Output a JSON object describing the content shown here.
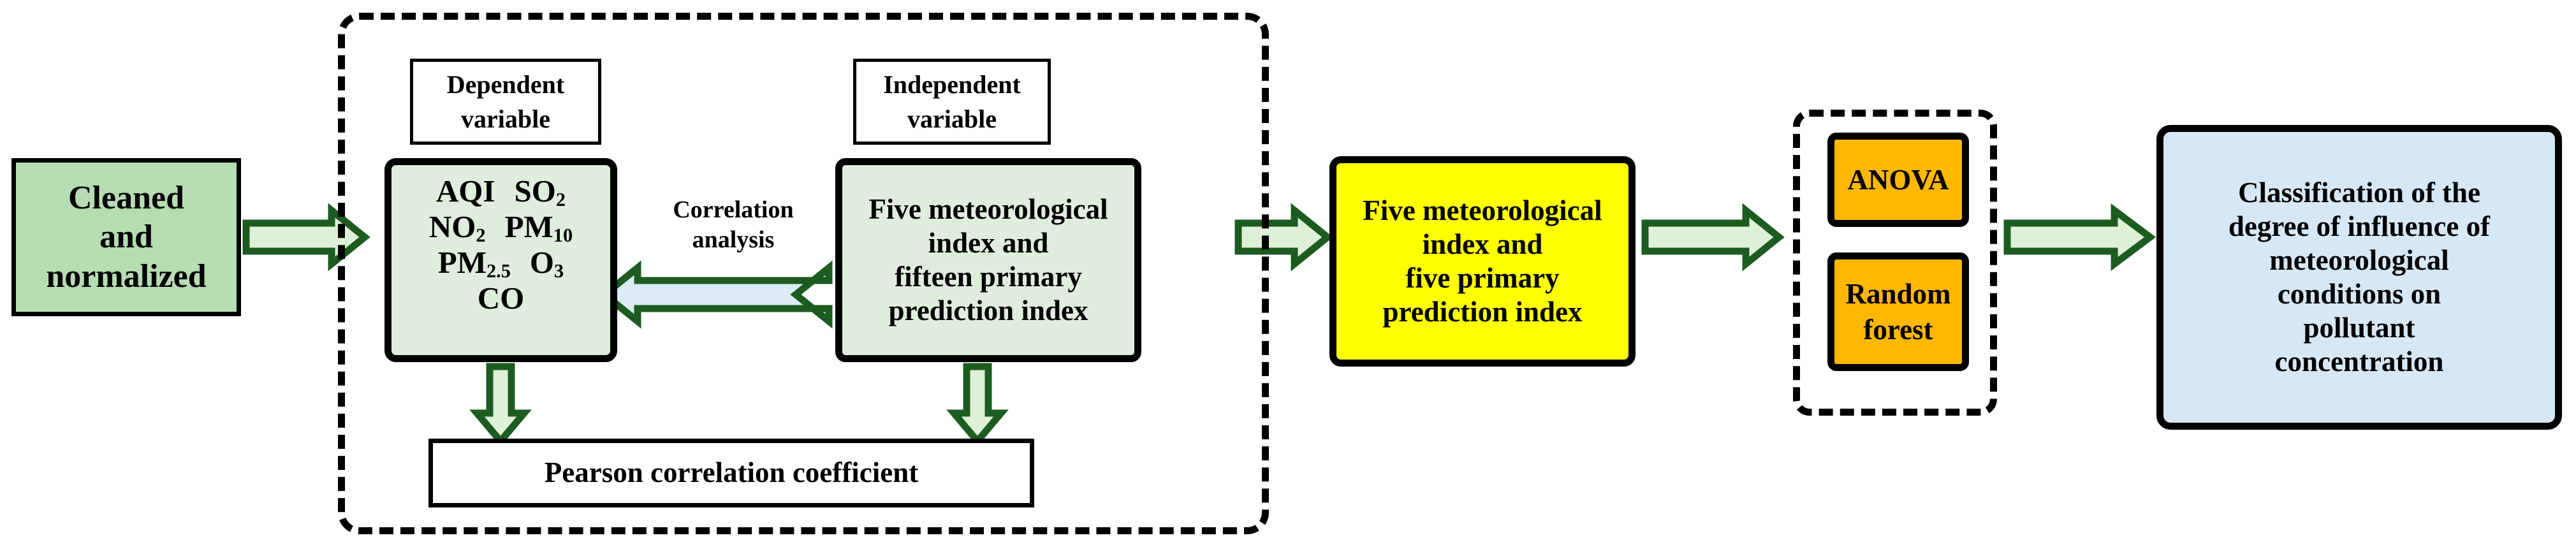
{
  "diagram": {
    "title": "Meteorological influence on pollutant concentration workflow",
    "colors": {
      "green_fill": "#b6dcb2",
      "pale_green_fill": "#dfeedc",
      "yellow_fill": "#ffff00",
      "orange_fill": "#ffb800",
      "blue_fill": "#d6e8f6",
      "white_fill": "#ffffff",
      "border": "#000000",
      "arrow_outline": "#1d5c20",
      "arrow_fill": "#dff0d8",
      "bidirectional_arrow_fill": "#dcebf5"
    },
    "nodes": {
      "cleaned": {
        "text": "Cleaned\nand\nnormalized",
        "lines": [
          "Cleaned",
          "and",
          "normalized"
        ]
      },
      "dependent_label": {
        "lines": [
          "Dependent",
          "variable"
        ]
      },
      "independent_label": {
        "lines": [
          "Independent",
          "variable"
        ]
      },
      "pollutants": {
        "rows": [
          [
            {
              "base": "AQI",
              "sub": ""
            },
            {
              "base": "SO",
              "sub": "2"
            }
          ],
          [
            {
              "base": "NO",
              "sub": "2"
            },
            {
              "base": "PM",
              "sub": "10"
            }
          ],
          [
            {
              "base": "PM",
              "sub": "2.5"
            },
            {
              "base": "O",
              "sub": "3"
            }
          ],
          [
            {
              "base": "CO",
              "sub": ""
            }
          ]
        ]
      },
      "fifteen_index": {
        "lines": [
          "Five meteorological",
          "index and",
          "fifteen primary",
          "prediction index"
        ]
      },
      "correlation_caption": {
        "lines": [
          "Correlation",
          "analysis"
        ]
      },
      "pearson": {
        "lines": [
          "Pearson correlation coefficient"
        ]
      },
      "yellow_index": {
        "lines": [
          "Five meteorological",
          "index and",
          "five primary",
          "prediction index"
        ]
      },
      "anova": {
        "lines": [
          "ANOVA"
        ]
      },
      "random_forest": {
        "lines": [
          "Random",
          "forest"
        ]
      },
      "classification": {
        "lines": [
          "Classification of the",
          "degree of influence of",
          "meteorological",
          "conditions on",
          "pollutant",
          "concentration"
        ]
      }
    },
    "edges": [
      {
        "name": "cleaned-to-pollutants",
        "direction": "right",
        "icon": "block-arrow-right-icon"
      },
      {
        "name": "pollutants-to-fifteen",
        "direction": "both",
        "icon": "block-arrow-bidirectional-icon"
      },
      {
        "name": "pollutants-to-pearson",
        "direction": "down",
        "icon": "block-arrow-down-icon"
      },
      {
        "name": "fifteen-to-pearson",
        "direction": "down",
        "icon": "block-arrow-down-icon"
      },
      {
        "name": "correlation-group-to-yellow",
        "direction": "right",
        "icon": "block-arrow-right-icon"
      },
      {
        "name": "yellow-to-models",
        "direction": "right",
        "icon": "block-arrow-right-icon"
      },
      {
        "name": "models-to-classification",
        "direction": "right",
        "icon": "block-arrow-right-icon"
      }
    ]
  }
}
